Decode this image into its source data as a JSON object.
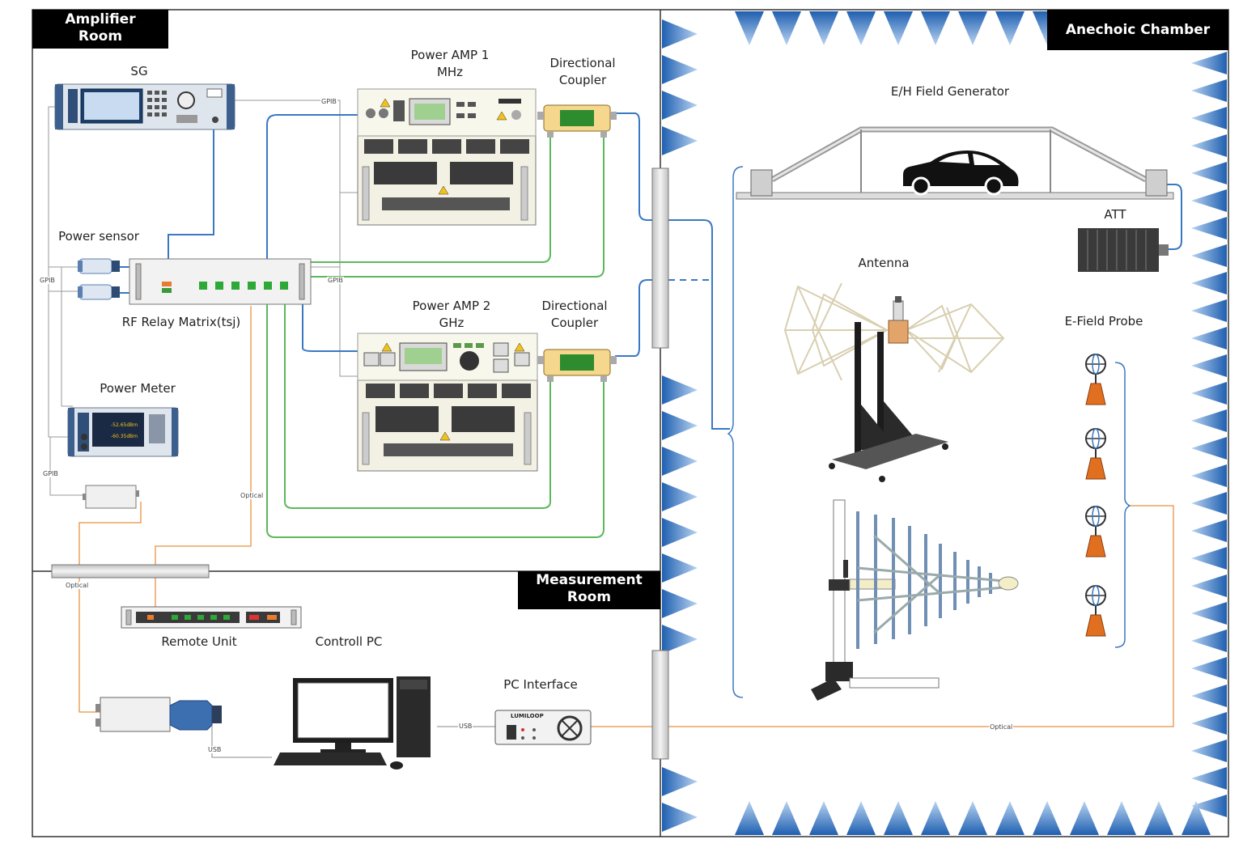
{
  "rooms": {
    "amplifier_room": "Amplifier\nRoom",
    "anechoic_chamber": "Anechoic Chamber",
    "measurement_room": "Measurement\nRoom"
  },
  "equipment": {
    "sg": "SG",
    "power_amp_1": "Power AMP 1\nMHz",
    "directional_coupler_1": "Directional\nCoupler",
    "power_sensor": "Power sensor",
    "rf_relay_matrix": "RF Relay Matrix(tsj)",
    "power_amp_2": "Power AMP 2\nGHz",
    "directional_coupler_2": "Directional\nCoupler",
    "power_meter": "Power Meter",
    "remote_unit": "Remote Unit",
    "control_pc": "Controll PC",
    "pc_interface": "PC Interface",
    "eh_field_generator": "E/H Field Generator",
    "att": "ATT",
    "antenna": "Antenna",
    "e_field_probe": "E-Field Probe"
  },
  "connection_labels": {
    "gpib_sg": "GPIB",
    "gpib_left": "GPIB",
    "gpib_matrix": "GPIB",
    "gpib_meter": "GPIB",
    "optical_mid": "Optical",
    "optical_feedthrough": "Optical",
    "optical_chamber": "Optical",
    "usb_remote": "USB",
    "usb_pc": "USB"
  },
  "device_text": {
    "pm_reading_1": "-52.65dBm",
    "pm_reading_2": "-60.35dBm",
    "pc_interface_brand": "LUMILOOP"
  },
  "colors": {
    "rf_blue": "#3a78c2",
    "rf_green": "#5cb85c",
    "optical_orange": "#e8913f",
    "gpib_gray": "#9a9a9a",
    "absorber_blue": "#3b78c8",
    "probe_orange": "#e07020"
  }
}
